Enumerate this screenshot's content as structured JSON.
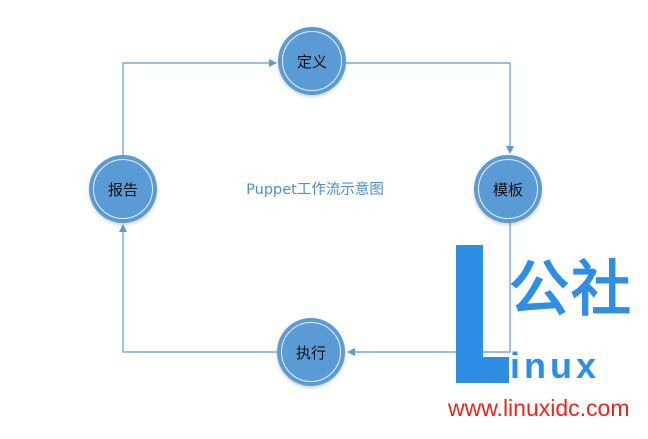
{
  "diagram": {
    "title": "Puppet工作流示意图",
    "nodes": {
      "define": "定义",
      "template": "模板",
      "execute": "执行",
      "report": "报告"
    },
    "colors": {
      "node_fill": "#5b9bd5",
      "connector": "#5b9bd5",
      "title_text": "#4e8fcb"
    }
  },
  "watermark": {
    "brand_cn": "公社",
    "brand_en": "inux",
    "url": "www.linuxidc.com",
    "colors": {
      "brand": "#2d8ee3",
      "url": "#e8261e"
    }
  }
}
